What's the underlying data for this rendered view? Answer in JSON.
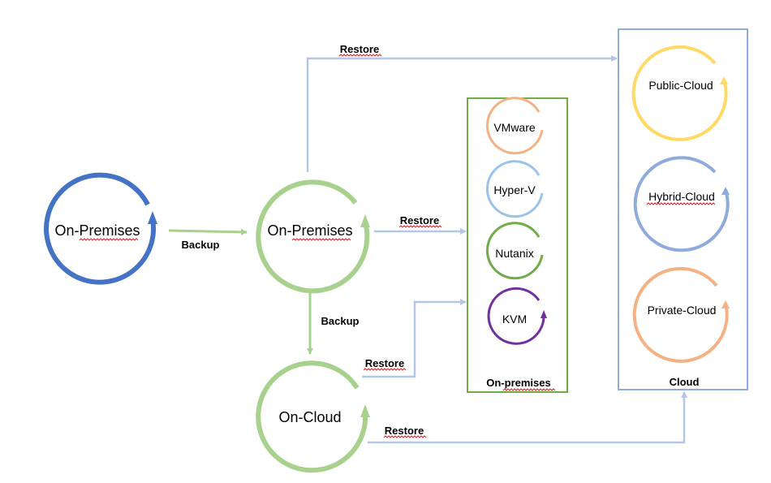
{
  "nodes": {
    "source": {
      "label": "On-Premises",
      "color": "#4472c4"
    },
    "backup_onprem": {
      "label": "On-Premises",
      "color": "#a9d18e"
    },
    "backup_cloud": {
      "label": "On-Cloud",
      "color": "#a9d18e"
    }
  },
  "onprem_group": {
    "title": "On-premises",
    "border_color": "#70ad47",
    "items": [
      {
        "label": "VMware",
        "color": "#f4b183"
      },
      {
        "label": "Hyper-V",
        "color": "#9dc3e6"
      },
      {
        "label": "Nutanix",
        "color": "#70ad47"
      },
      {
        "label": "KVM",
        "color": "#7030a0"
      }
    ]
  },
  "cloud_group": {
    "title": "Cloud",
    "border_color": "#8faadc",
    "items": [
      {
        "label": "Public-Cloud",
        "color": "#ffd966"
      },
      {
        "label": "Hybrid-Cloud",
        "color": "#8faadc"
      },
      {
        "label": "Private-Cloud",
        "color": "#f4b183"
      }
    ]
  },
  "edges": {
    "backup_1": "Backup",
    "backup_2": "Backup",
    "restore_top": "Restore",
    "restore_mid": "Restore",
    "restore_cloud_to_onprem": "Restore",
    "restore_cloud_to_cloud": "Restore"
  },
  "colors": {
    "arrow_green": "#a9d18e",
    "arrow_blue": "#b4c7e7"
  }
}
